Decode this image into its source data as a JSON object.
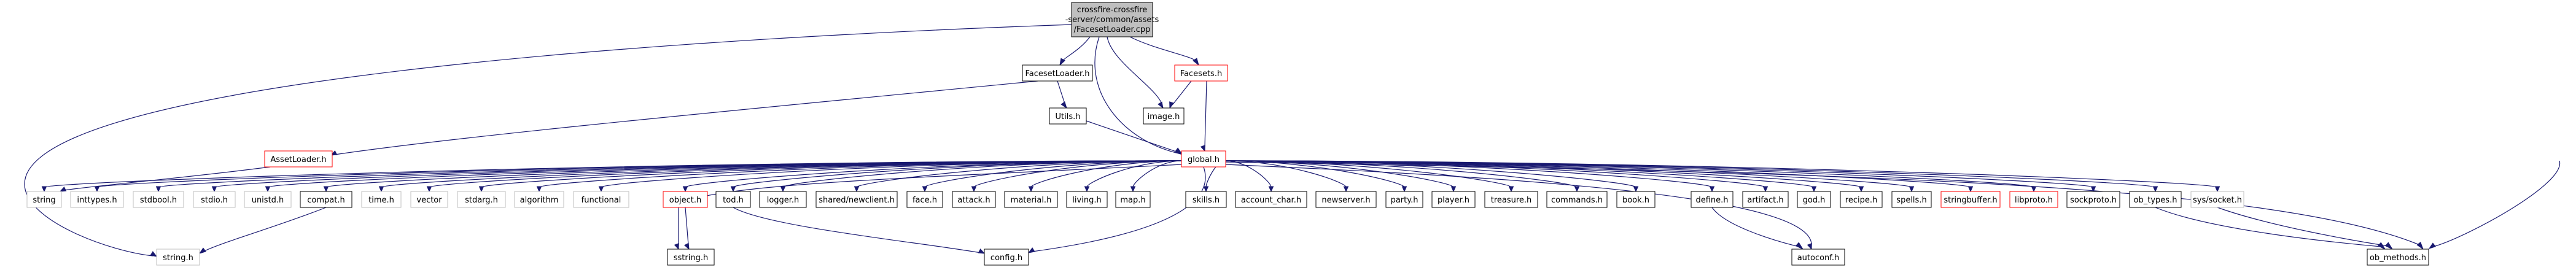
{
  "graph": {
    "root": {
      "lines": [
        "crossfire-crossfire",
        "-server/common/assets",
        "/FacesetLoader.cpp"
      ]
    },
    "nodes": {
      "facesetloader_h": "FacesetLoader.h",
      "image_h": "image.h",
      "facesets_h": "Facesets.h",
      "utils_h": "Utils.h",
      "assetloader_h": "AssetLoader.h",
      "global_h": "global.h",
      "string": "string",
      "inttypes_h": "inttypes.h",
      "stdbool_h": "stdbool.h",
      "stdio_h": "stdio.h",
      "unistd_h": "unistd.h",
      "compat_h": "compat.h",
      "time_h": "time.h",
      "vector": "vector",
      "stdarg_h": "stdarg.h",
      "algorithm": "algorithm",
      "functional": "functional",
      "object_h": "object.h",
      "tod_h": "tod.h",
      "logger_h": "logger.h",
      "newclient_h": "shared/newclient.h",
      "face_h": "face.h",
      "attack_h": "attack.h",
      "material_h": "material.h",
      "living_h": "living.h",
      "map_h": "map.h",
      "skills_h": "skills.h",
      "account_char_h": "account_char.h",
      "newserver_h": "newserver.h",
      "party_h": "party.h",
      "player_h": "player.h",
      "treasure_h": "treasure.h",
      "commands_h": "commands.h",
      "book_h": "book.h",
      "define_h": "define.h",
      "artifact_h": "artifact.h",
      "god_h": "god.h",
      "recipe_h": "recipe.h",
      "spells_h": "spells.h",
      "stringbuffer_h": "stringbuffer.h",
      "libproto_h": "libproto.h",
      "sockproto_h": "sockproto.h",
      "ob_types_h": "ob_types.h",
      "sys_socket_h": "sys/socket.h",
      "string_h": "string.h",
      "sstring_h": "sstring.h",
      "config_h": "config.h",
      "autoconf_h": "autoconf.h",
      "ob_methods_h": "ob_methods.h"
    }
  }
}
